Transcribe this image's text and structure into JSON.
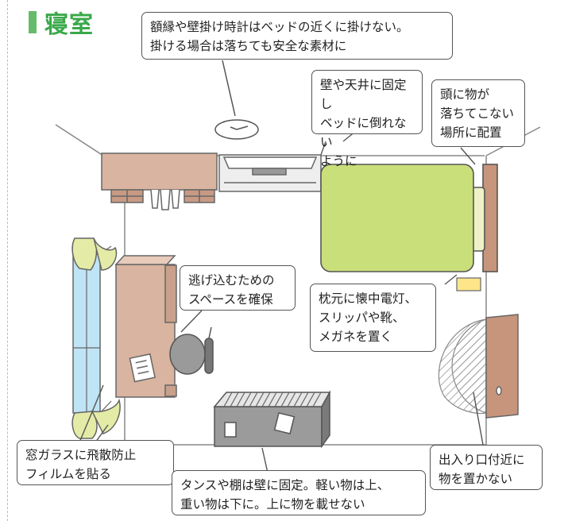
{
  "title": "寝室",
  "colors": {
    "title_green": "#3aa84a",
    "bed_green": "#c9df7a",
    "furniture_brown": "#d9b4a0",
    "window_blue": "#bfe4f5",
    "curtain_yellow": "#e4eba6",
    "flashlight_yellow": "#ffe58a"
  },
  "callouts": {
    "wall_clock": "額縁や壁掛け時計はベッドの近くに掛けない。\n掛ける場合は落ちても安全な素材に",
    "ac_fix": "壁や天井に固定し\nベッドに倒れない\nように",
    "bed_head": "頭に物が\n落ちてこない\n場所に配置",
    "escape_space": "逃げ込むための\nスペースを確保",
    "bedside": "枕元に懐中電灯、\nスリッパや靴、\nメガネを置く",
    "window_film": "窓ガラスに飛散防止\nフィルムを貼る",
    "entrance": "出入り口付近に\n物を置かない",
    "furniture_fix": "タンスや棚は壁に固定。軽い物は上、\n重い物は下に。上に物を載せない"
  }
}
